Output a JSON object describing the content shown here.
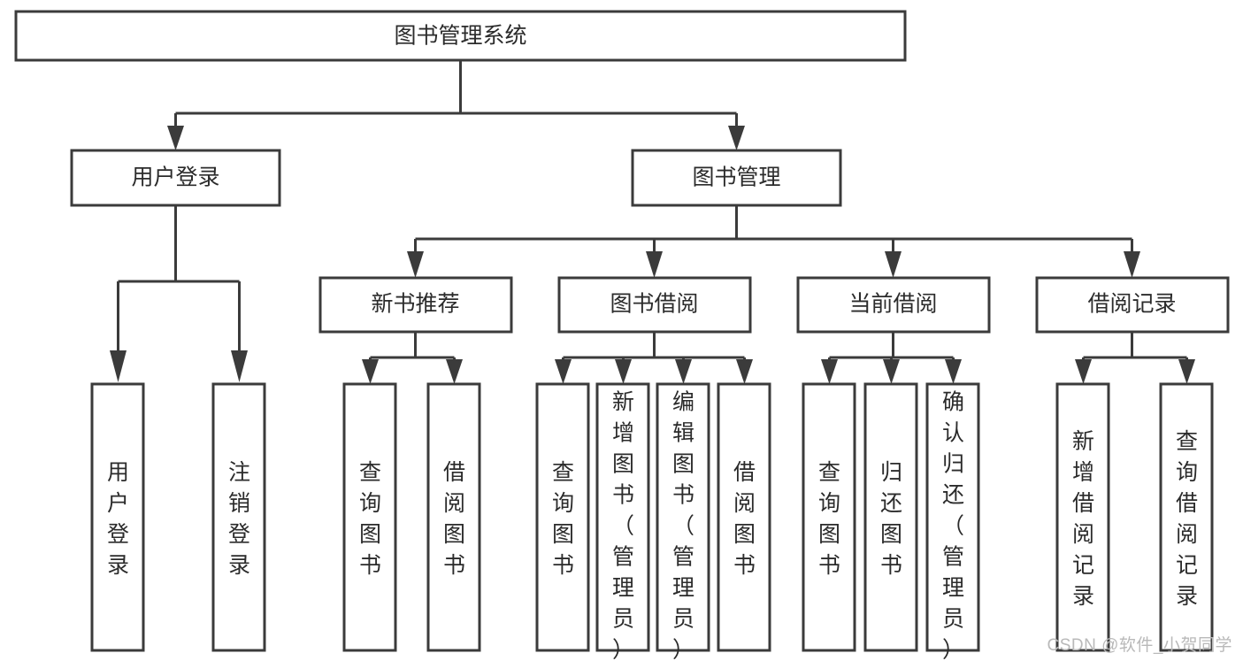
{
  "diagram": {
    "type": "tree-hierarchy",
    "title": "图书管理系统",
    "orientation": "top-down",
    "colors": {
      "box_stroke": "#3b3b3b",
      "box_fill": "#ffffff",
      "edge": "#3b3b3b",
      "text": "#2b2b2b",
      "background": "#ffffff",
      "watermark": "#b9b9b9"
    },
    "root": {
      "label": "图书管理系统"
    },
    "level2": [
      {
        "label": "用户登录"
      },
      {
        "label": "图书管理"
      }
    ],
    "level3": [
      {
        "label": "新书推荐"
      },
      {
        "label": "图书借阅"
      },
      {
        "label": "当前借阅"
      },
      {
        "label": "借阅记录"
      }
    ],
    "leaves_user_login": [
      {
        "label": "用户登录"
      },
      {
        "label": "注销登录"
      }
    ],
    "leaves_new_book": [
      {
        "label": "查询图书"
      },
      {
        "label": "借阅图书"
      }
    ],
    "leaves_borrow": [
      {
        "label": "查询图书"
      },
      {
        "label": "新增图书（管理员）"
      },
      {
        "label": "编辑图书（管理员）"
      },
      {
        "label": "借阅图书"
      }
    ],
    "leaves_current": [
      {
        "label": "查询图书"
      },
      {
        "label": "归还图书"
      },
      {
        "label": "确认归还（管理员）"
      }
    ],
    "leaves_records": [
      {
        "label": "新增借阅记录"
      },
      {
        "label": "查询借阅记录"
      }
    ]
  },
  "watermark": {
    "text": "CSDN @软件_小贺同学"
  }
}
